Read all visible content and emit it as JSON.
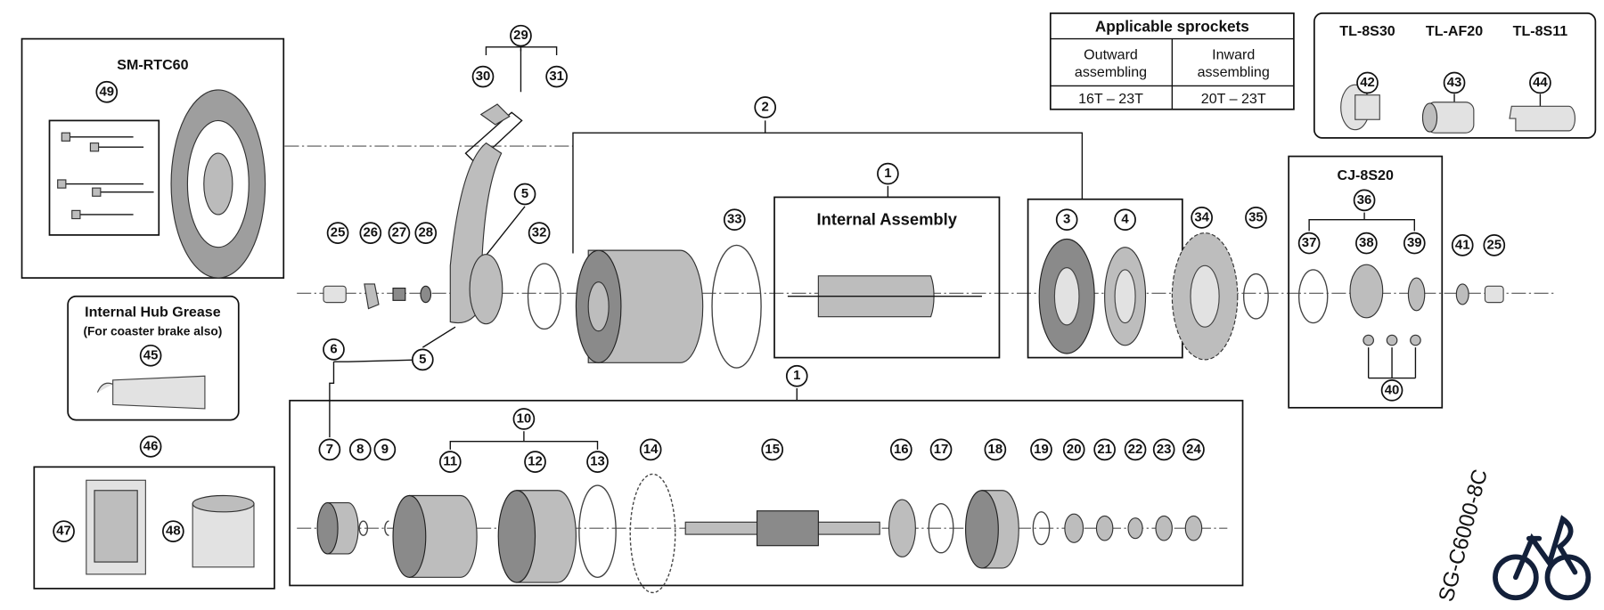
{
  "model_label": "SG-C6000-8C",
  "logo": {
    "name": "bike-logo",
    "color": "#13203a"
  },
  "boxes": {
    "rotor_kit": "SM-RTC60",
    "grease_title": "Internal Hub Grease",
    "grease_sub": "(For coaster brake also)",
    "internal_assembly": "Internal Assembly",
    "cassette_joint": "CJ-8S20"
  },
  "sprocket_table": {
    "title": "Applicable sprockets",
    "headers": [
      [
        "Outward",
        "assembling"
      ],
      [
        "Inward",
        "assembling"
      ]
    ],
    "values": [
      "16T – 23T",
      "20T – 23T"
    ]
  },
  "tools": [
    "TL-8S30",
    "TL-AF20",
    "TL-8S11"
  ],
  "callouts": {
    "c29": "29",
    "c30": "30",
    "c31": "31",
    "c2": "2",
    "c1a": "1",
    "c5a": "5",
    "c5b": "5",
    "c33": "33",
    "c32": "32",
    "c25a": "25",
    "c26": "26",
    "c27": "27",
    "c28": "28",
    "c3": "3",
    "c4": "4",
    "c34": "34",
    "c35": "35",
    "c36": "36",
    "c37": "37",
    "c38": "38",
    "c39": "39",
    "c41": "41",
    "c25b": "25",
    "c40": "40",
    "c42": "42",
    "c43": "43",
    "c44": "44",
    "c49": "49",
    "c45": "45",
    "c46": "46",
    "c47": "47",
    "c48": "48",
    "c6": "6",
    "c1b": "1",
    "c10": "10",
    "c7": "7",
    "c8": "8",
    "c9": "9",
    "c11": "11",
    "c12": "12",
    "c13": "13",
    "c14": "14",
    "c15": "15",
    "c16": "16",
    "c17": "17",
    "c18": "18",
    "c19": "19",
    "c20": "20",
    "c21": "21",
    "c22": "22",
    "c23": "23",
    "c24": "24"
  }
}
